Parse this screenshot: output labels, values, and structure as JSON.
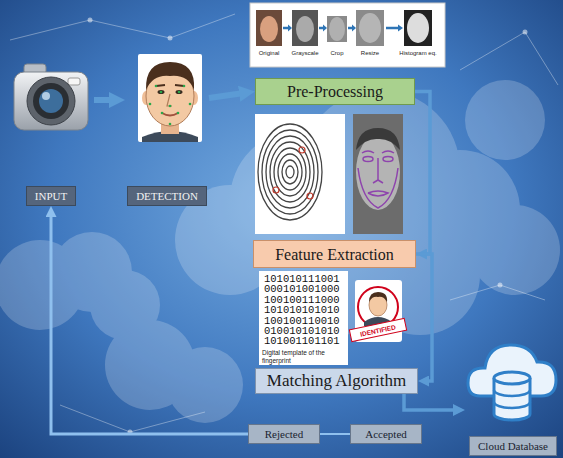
{
  "diagram": {
    "nodes": [
      {
        "text": [
          "INPUT"
        ]
      },
      {
        "text": [
          "DETECTION"
        ]
      },
      {
        "text": [
          "Pre-Processing"
        ]
      },
      {
        "text": [
          "Feature Extraction"
        ]
      },
      {
        "text": [
          "Matching Algorithm"
        ]
      },
      {
        "text": [
          "Rejected"
        ]
      },
      {
        "text": [
          "Accepted"
        ]
      },
      {
        "text": [
          "Cloud Database"
        ]
      }
    ],
    "edges": [
      {
        "from": 0,
        "to": 1,
        "arrow": "to"
      },
      {
        "from": 1,
        "to": 2,
        "arrow": "to"
      },
      {
        "from": 2,
        "to": 3,
        "arrow": "to"
      },
      {
        "from": 3,
        "to": 4,
        "arrow": "to"
      },
      {
        "from": 4,
        "to": 7,
        "arrow": "to"
      },
      {
        "from": 5,
        "to": 0,
        "arrow": "to"
      },
      {
        "from": 5,
        "to": 6,
        "arrow": "none"
      }
    ],
    "labels": [
      "Original",
      "Grayscale",
      "Crop",
      "Resize",
      "Histogram eq.",
      "101010111001",
      "000101001000",
      "100100111000",
      "101010101010",
      "100100110010",
      "010010101010",
      "101001101101",
      "Digital template of the fingerprint",
      "IDENTIFIED"
    ]
  }
}
